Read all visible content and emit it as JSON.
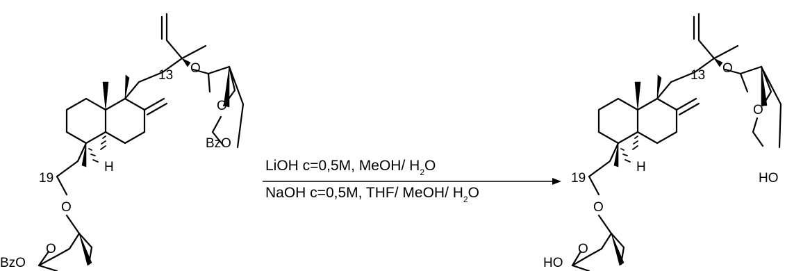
{
  "scheme": {
    "reactant": {
      "labels": {
        "c13": "13",
        "c19": "19",
        "h": "H",
        "o_side": "O",
        "o_ring_top": "O",
        "bzo_top": "BzO",
        "o_c19": "O",
        "o_ring_bottom": "O",
        "bzo_bottom": "BzO"
      }
    },
    "product": {
      "labels": {
        "c13": "13",
        "c19": "19",
        "h": "H",
        "o_side": "O",
        "o_ring_top": "O",
        "ho_top": "HO",
        "o_c19": "O",
        "o_ring_bottom": "O",
        "ho_bottom": "HO"
      }
    },
    "conditions": {
      "line1": {
        "main": "LiOH c=0,5M, MeOH/ H",
        "sub": "2",
        "tail": "O"
      },
      "line2": {
        "main": "NaOH c=0,5M, THF/ MeOH/ H",
        "sub": "2",
        "tail": "O"
      }
    },
    "colors": {
      "ink": "#000000",
      "background": "#ffffff"
    }
  }
}
